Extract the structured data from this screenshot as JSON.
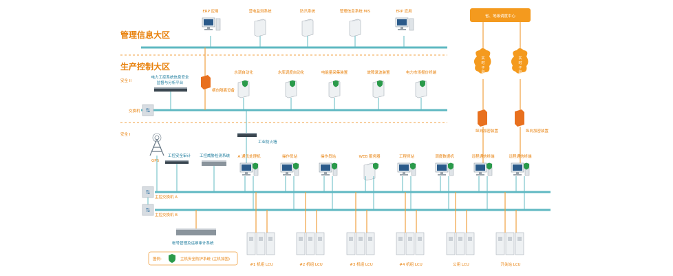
{
  "zones": {
    "management": "管理信息大区",
    "production": "生产控制大区",
    "safety_2": "安全 II",
    "safety_1": "安全 I"
  },
  "mgmt_items": [
    "ERP 应用",
    "营电监测系统",
    "防汛系统",
    "管理信息系统 MIS",
    "ERP 应用"
  ],
  "dispatch_center": "省、地级调度中心",
  "realtime_net": [
    "实\n时\n子\n网",
    "实\n时\n子\n网"
  ],
  "isolation_device": "横向隔离设备",
  "platform_label": "电力工控系统信息安全\n监督与分析平台",
  "switch_label": "交换机",
  "zone2_items": [
    "水调自动化",
    "水库调度自动化",
    "电能量采集装置",
    "故障录波装置",
    "电力市场报价终端"
  ],
  "vertical_encrypt": [
    "纵向加密装置",
    "纵向加密装置"
  ],
  "industrial_firewall": "工业防火墙",
  "gps": "GPS",
  "audit": [
    "工控安全审计",
    "工控威胁检测系统"
  ],
  "zone1_items": [
    "A 通讯处理机",
    "操作员站",
    "操作员站",
    "WEB 服务器",
    "工程师站",
    "调度数据机",
    "远程通信终端",
    "远程通信终端"
  ],
  "core_switch_a": "主控交换机 A",
  "core_switch_b": "主控交换机 B",
  "log_system": "帐号管理及运维审计系统",
  "legend": {
    "label": "图例:",
    "text": "主机安全防护系统 (主机加固)"
  },
  "lcu": [
    "#1 机组 LCU",
    "#2 机组 LCU",
    "#3 机组 LCU",
    "#4 机组 LCU",
    "公用 LCU",
    "开关站 LCU"
  ],
  "colors": {
    "orange": "#e8820e",
    "teal": "#5fb8c2",
    "shield": "#2a9a4a"
  }
}
